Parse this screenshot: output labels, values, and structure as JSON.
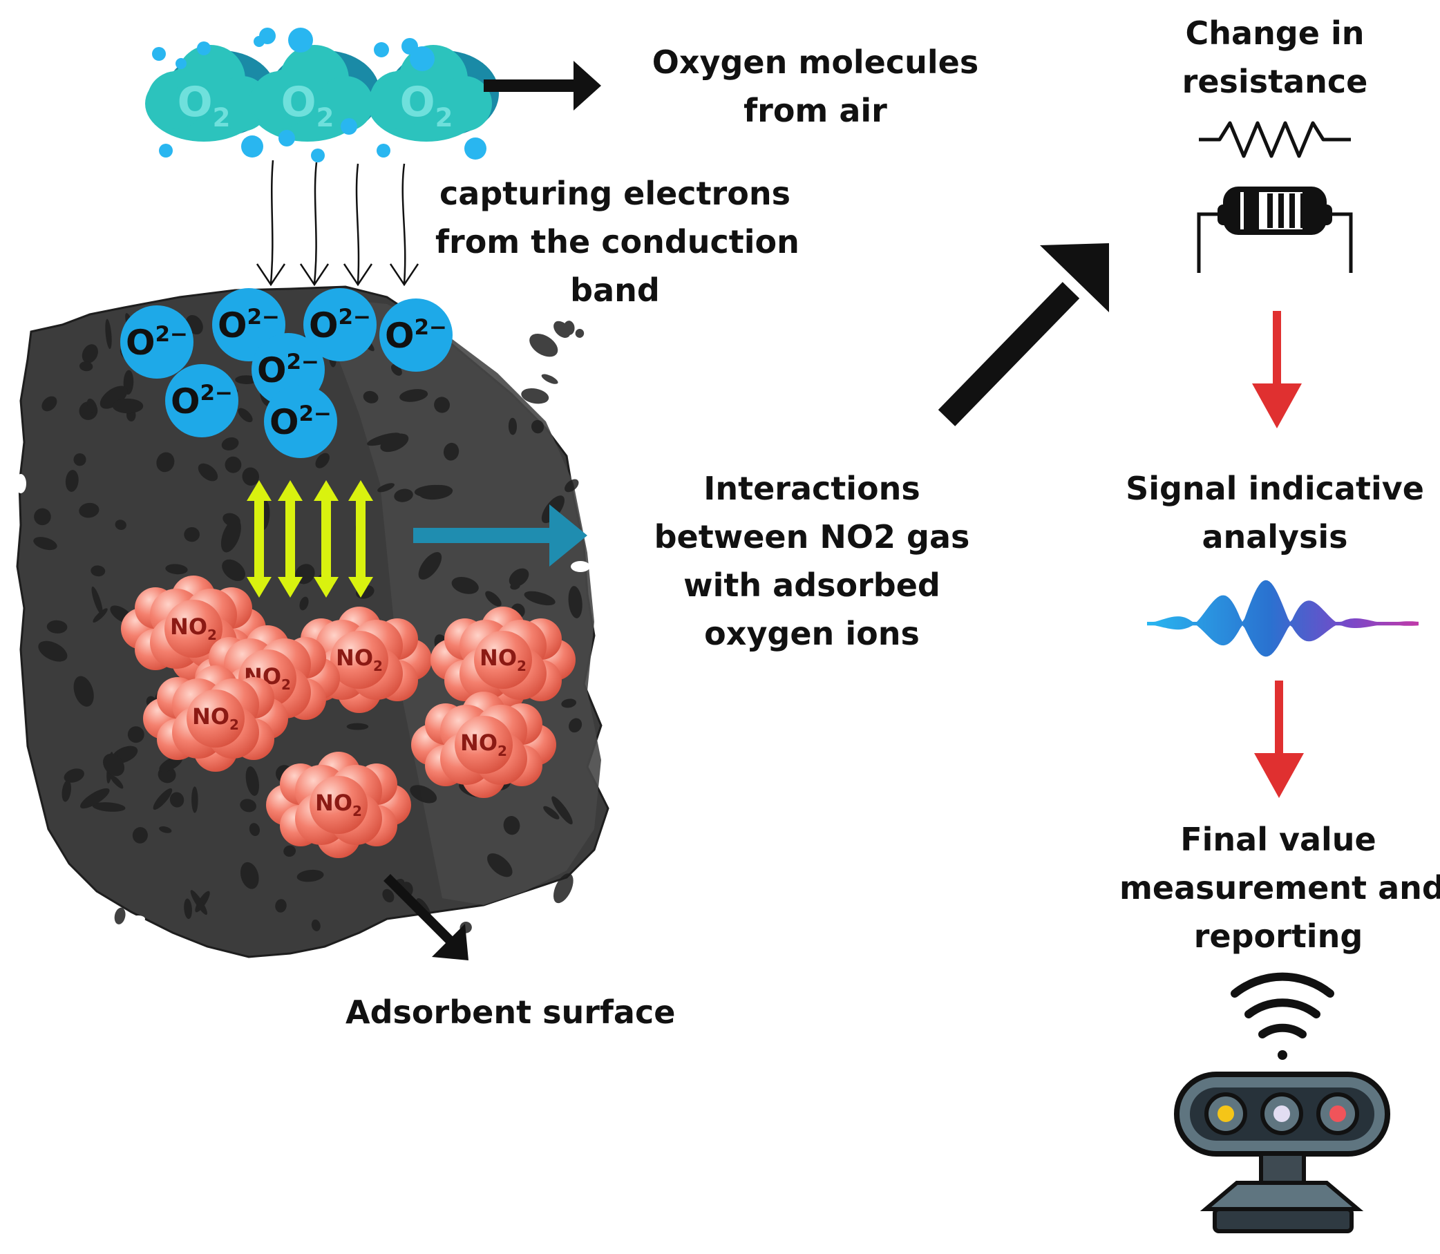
{
  "labels": {
    "oxygen": [
      "Oxygen molecules",
      "from air"
    ],
    "capturing": [
      "capturing electrons",
      "from the conduction",
      "band"
    ],
    "interactions": [
      "Interactions",
      "between NO2 gas",
      "with adsorbed",
      "oxygen ions"
    ],
    "adsorbent": [
      "Adsorbent surface"
    ],
    "resistance": [
      "Change in",
      "resistance"
    ],
    "signal": [
      "Signal indicative",
      "analysis"
    ],
    "final": [
      "Final value",
      "measurement and",
      "reporting"
    ]
  },
  "molecules": {
    "o2_main": "O",
    "o2_sub": "2",
    "ion_main": "O",
    "ion_sup": "2−",
    "no2_main": "NO",
    "no2_sub": "2"
  },
  "colors": {
    "cloud": "#2cc3bd",
    "cloud_shadow": "#1a8aa6",
    "bubble": "#29b6f0",
    "ion": "#1ea9e8",
    "no2": "#f4806e",
    "no2_text": "#8b1a14",
    "surface": "#3a3a3a",
    "yellow_arrow": "#d9f20f",
    "teal_arrow": "#1f8db0",
    "red_arrow": "#e03030",
    "black": "#111111",
    "sensor_body": "#5f7580",
    "sensor_dark": "#27323a"
  },
  "icons": {
    "resistor_symbol": "resistor-symbol-icon",
    "resistor_component": "resistor-component-icon",
    "signal_wave": "signal-wave-icon",
    "wifi": "wifi-icon",
    "sensor_device": "sensor-device-icon"
  }
}
